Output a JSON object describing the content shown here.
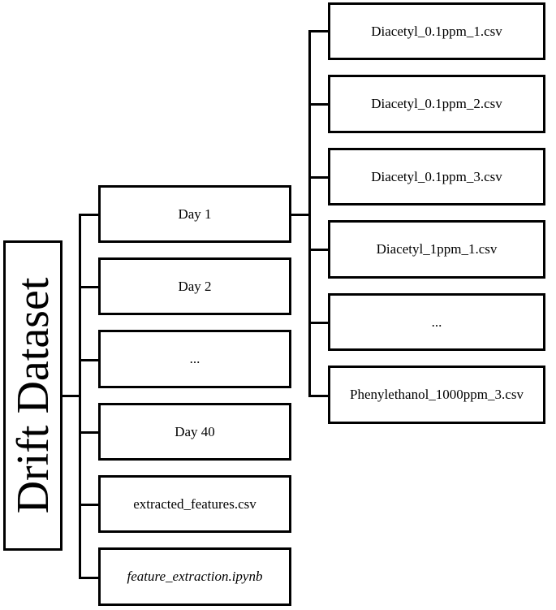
{
  "root": {
    "label": "Drift Dataset"
  },
  "level1": [
    {
      "label": "Day 1",
      "italic": false
    },
    {
      "label": "Day 2",
      "italic": false
    },
    {
      "label": "...",
      "italic": false
    },
    {
      "label": "Day 40",
      "italic": false
    },
    {
      "label": "extracted_features.csv",
      "italic": false
    },
    {
      "label": "feature_extraction.ipynb",
      "italic": true
    }
  ],
  "level2": [
    {
      "label": "Diacetyl_0.1ppm_1.csv"
    },
    {
      "label": "Diacetyl_0.1ppm_2.csv"
    },
    {
      "label": "Diacetyl_0.1ppm_3.csv"
    },
    {
      "label": "Diacetyl_1ppm_1.csv"
    },
    {
      "label": "..."
    },
    {
      "label": "Phenylethanol_1000ppm_3.csv"
    }
  ]
}
